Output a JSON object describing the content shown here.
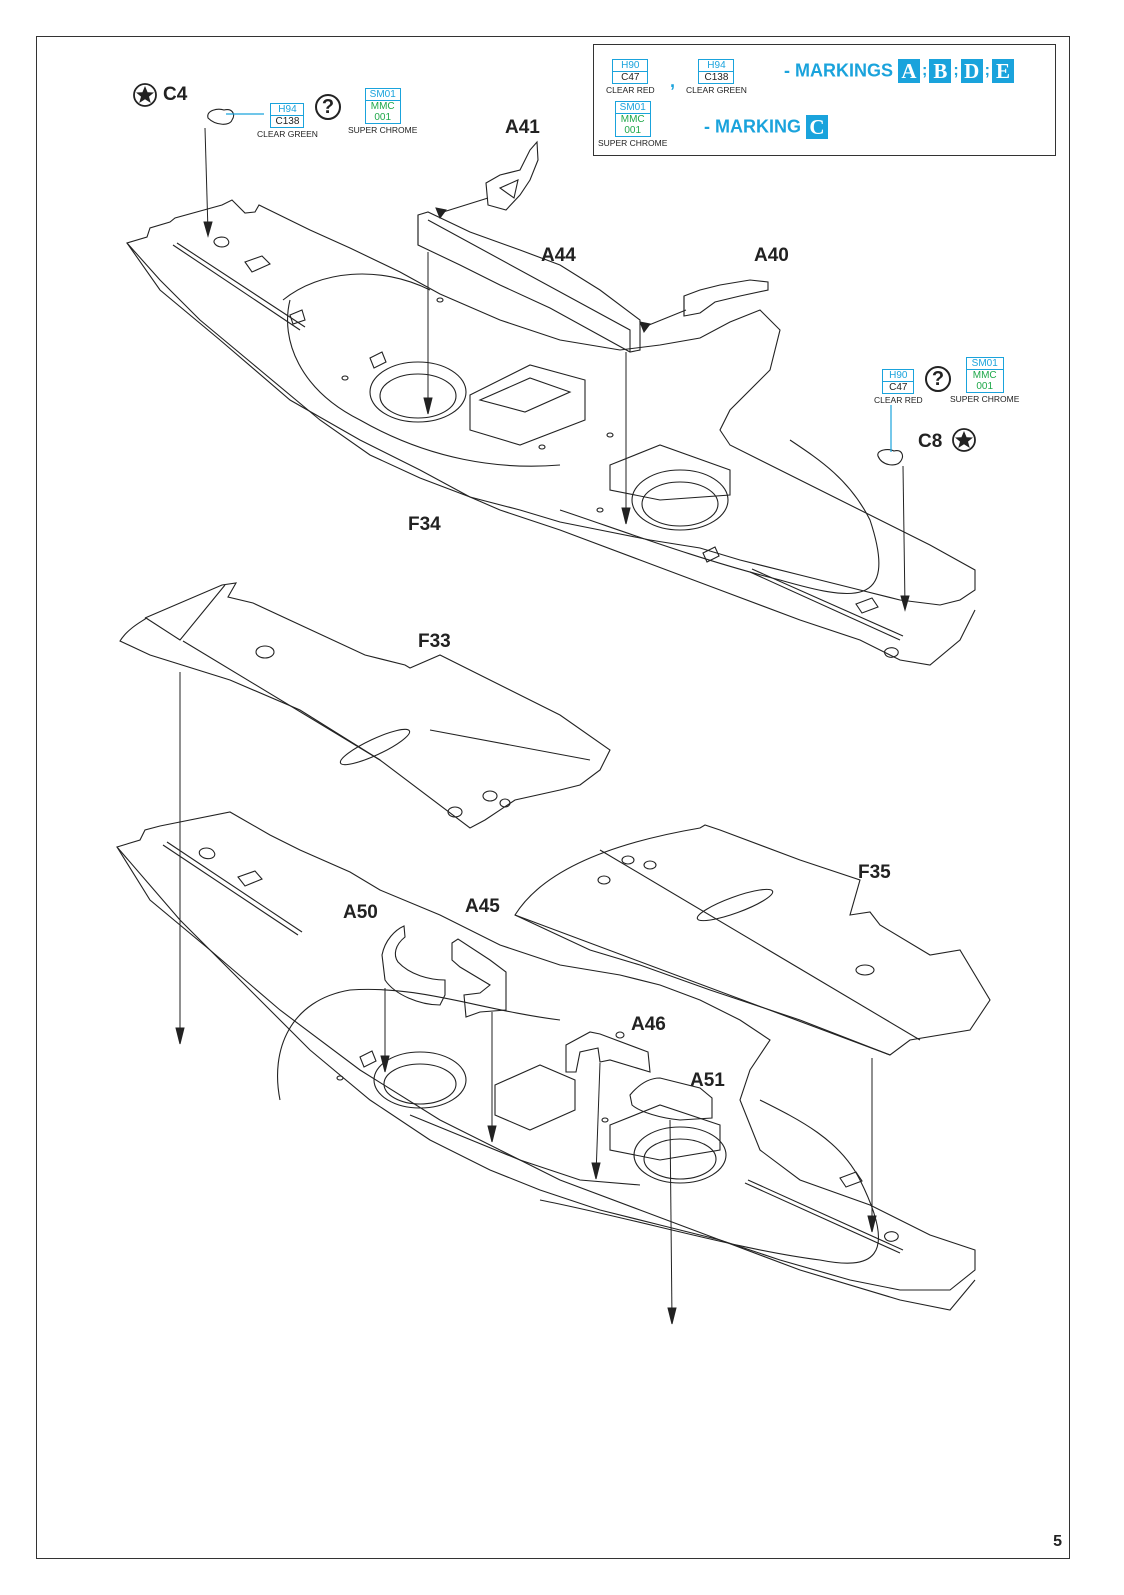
{
  "page": {
    "number": "5"
  },
  "legend": {
    "row1": {
      "paints": [
        {
          "top": "H90",
          "bottom": "C47",
          "caption": "CLEAR RED"
        },
        {
          "top": "H94",
          "bottom": "C138",
          "caption": "CLEAR GREEN"
        }
      ],
      "separator": ",",
      "markings_text": "- MARKINGS",
      "markings": [
        "A",
        "B",
        "D",
        "E"
      ],
      "marking_separator": ";"
    },
    "row2": {
      "paint": {
        "top": "SM01",
        "bottom_line1": "MMC",
        "bottom_line2": "001",
        "caption": "SUPER CHROME"
      },
      "markings_text": "- MARKING",
      "markings": [
        "C"
      ]
    }
  },
  "callouts": {
    "c4": {
      "part": "C4",
      "icon": "star-circle-icon",
      "paint": {
        "top": "H94",
        "bottom": "C138",
        "caption": "CLEAR GREEN"
      },
      "alt_symbol": "?",
      "alt_paint": {
        "top": "SM01",
        "bottom_line1": "MMC",
        "bottom_line2": "001",
        "caption": "SUPER CHROME"
      }
    },
    "c8": {
      "part": "C8",
      "icon": "star-circle-icon",
      "paint": {
        "top": "H90",
        "bottom": "C47",
        "caption": "CLEAR RED"
      },
      "alt_symbol": "?",
      "alt_paint": {
        "top": "SM01",
        "bottom_line1": "MMC",
        "bottom_line2": "001",
        "caption": "SUPER CHROME"
      }
    }
  },
  "part_labels": {
    "a41": "A41",
    "a44": "A44",
    "a40": "A40",
    "f34": "F34",
    "f33": "F33",
    "f35": "F35",
    "a50": "A50",
    "a45": "A45",
    "a46": "A46",
    "a51": "A51"
  },
  "colors": {
    "accent": "#1aa3dc",
    "paint_green": "#1fa84a",
    "line": "#222222"
  }
}
